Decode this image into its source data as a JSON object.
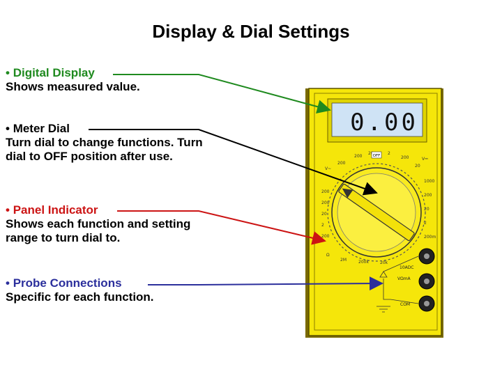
{
  "title": "Display & Dial Settings",
  "bullet": "•",
  "items": [
    {
      "label": "Digital Display",
      "desc": "Shows measured value.",
      "color": "#1f8a1f"
    },
    {
      "label": "Meter Dial",
      "desc": "Turn dial to change functions. Turn dial to OFF position after use.",
      "color": "#000000"
    },
    {
      "label": "Panel Indicator",
      "desc": "Shows each function and setting range to turn dial to.",
      "color": "#cc1414"
    },
    {
      "label": "Probe Connections",
      "desc": "Specific for each function.",
      "color": "#2b2f9c"
    }
  ],
  "meter": {
    "display_value": "0.00",
    "off_label": "OFF",
    "body_color": "#f5e60a",
    "screen_color": "#cfe3f5",
    "ports": [
      "10ADC",
      "VΩmA",
      "COM"
    ]
  }
}
